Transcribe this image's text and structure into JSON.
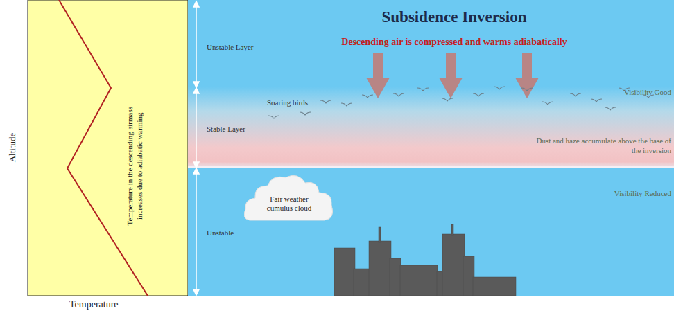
{
  "diagram": {
    "title": "Subsidence Inversion",
    "nodes": [
      {
        "text": [
          "Temperature in the descending airmass increases due to adiabatic warming"
        ]
      },
      {
        "text": [
          "Fair weather cumulus cloud"
        ]
      }
    ],
    "labels": [
      "Descending air is compressed and warms adiabatically",
      "Unstable Layer",
      "Stable Layer",
      "Unstable",
      "Soaring birds",
      "Visibility Good",
      "Dust and haze accumulate above the base of the inversion",
      "Visibility Reduced",
      "Altitude",
      "Temperature"
    ]
  }
}
